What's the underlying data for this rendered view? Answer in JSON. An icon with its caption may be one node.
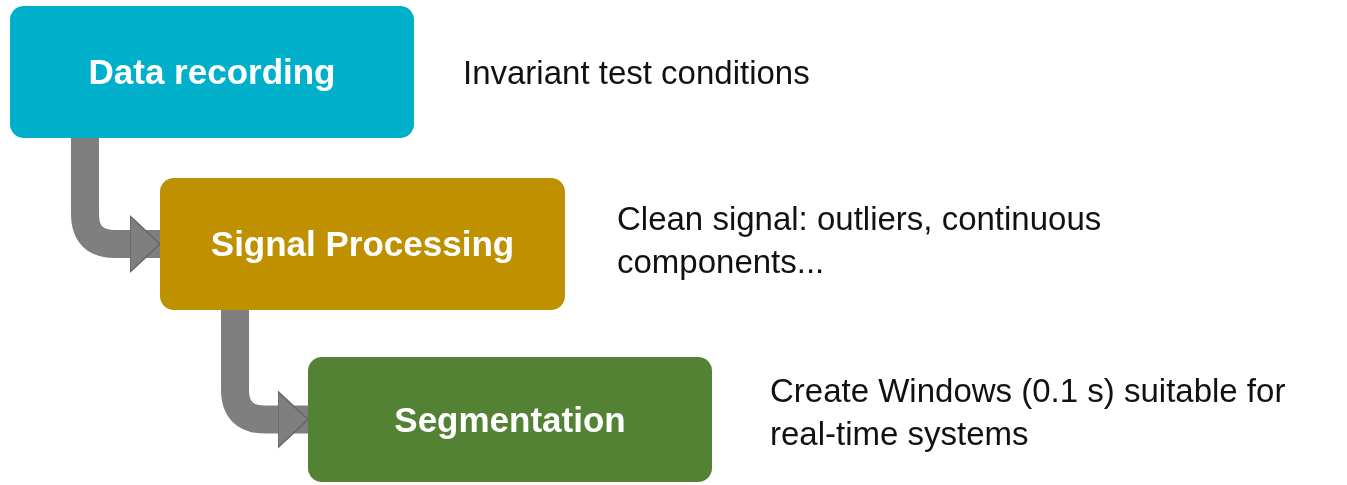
{
  "diagram": {
    "nodes": [
      {
        "text": [
          "Data recording"
        ],
        "beside": [
          "Invariant test conditions"
        ]
      },
      {
        "text": [
          "Signal Processing"
        ],
        "beside": [
          "Clean signal: outliers, continuous components..."
        ]
      },
      {
        "text": [
          "Segmentation"
        ],
        "beside": [
          "Create Windows (0.1 s) suitable for real-time systems"
        ]
      }
    ],
    "edges": [
      {
        "from": 0,
        "to": 1,
        "arrow": "to"
      },
      {
        "from": 1,
        "to": 2,
        "arrow": "to"
      }
    ]
  }
}
